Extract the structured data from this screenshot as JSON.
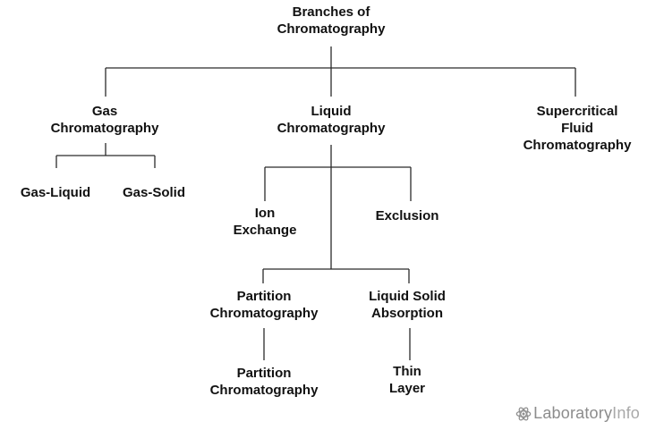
{
  "title": {
    "line1": "Branches of",
    "line2": "Chromatography"
  },
  "branches": {
    "gas": {
      "line1": "Gas",
      "line2": "Chromatography"
    },
    "liquid": {
      "line1": "Liquid",
      "line2": "Chromatography"
    },
    "supercritical": {
      "line1": "Supercritical",
      "line2": "Fluid",
      "line3": "Chromatography"
    }
  },
  "gas_types": {
    "gas_liquid": "Gas-Liquid",
    "gas_solid": "Gas-Solid"
  },
  "liquid_types": {
    "ion_exchange": {
      "line1": "Ion",
      "line2": "Exchange"
    },
    "exclusion": "Exclusion",
    "partition": {
      "line1": "Partition",
      "line2": "Chromatography"
    },
    "liquid_solid": {
      "line1": "Liquid Solid",
      "line2": "Absorption"
    }
  },
  "leaves": {
    "partition_child": {
      "line1": "Partition",
      "line2": "Chromatography"
    },
    "thin_layer": {
      "line1": "Thin",
      "line2": "Layer"
    }
  },
  "watermark": {
    "text_a": "Laboratory",
    "text_b": "Info",
    "icon": "atom-icon",
    "color": "#8f8f8f"
  }
}
